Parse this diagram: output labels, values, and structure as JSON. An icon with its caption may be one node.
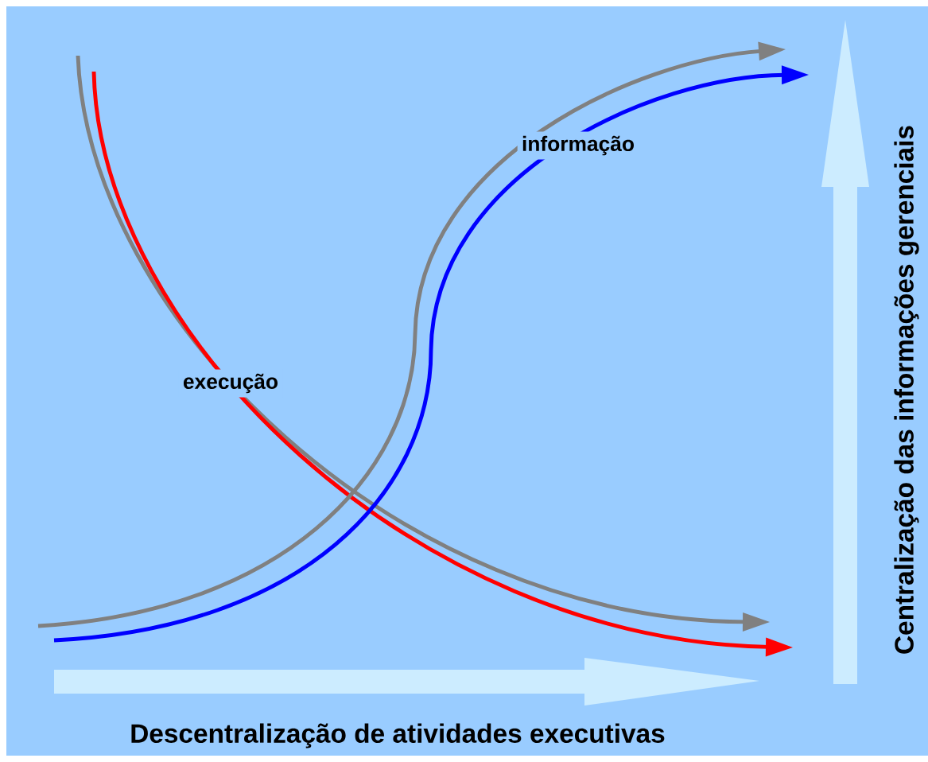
{
  "diagram": {
    "labels": [
      "informação",
      "execução",
      "Centralização das informações gerenciais",
      "Descentralização de atividades executivas"
    ]
  }
}
